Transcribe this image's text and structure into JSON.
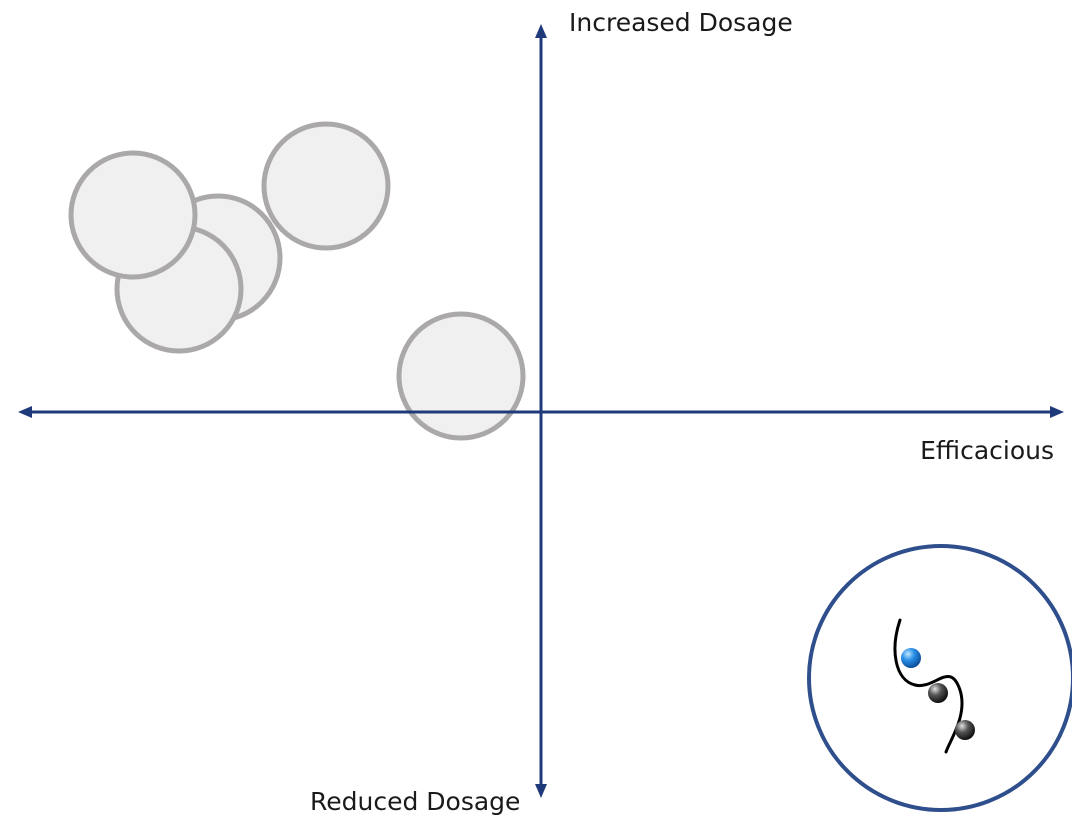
{
  "axes": {
    "top_label": "Increased Dosage",
    "right_label": "Efficacious",
    "bottom_label": "Reduced Dosage",
    "color": "#1f3a7a"
  },
  "bubbles": {
    "fill": "#f0f0f0",
    "stroke": "#aaa8a8",
    "count": 5
  },
  "inset": {
    "ring_color": "#2e4f8c",
    "curve_color": "#000000",
    "balls": [
      {
        "name": "blue-ball",
        "color": "#2a90e8"
      },
      {
        "name": "gray-ball",
        "color": "#3c3c3c"
      },
      {
        "name": "gray-ball",
        "color": "#3c3c3c"
      }
    ]
  }
}
